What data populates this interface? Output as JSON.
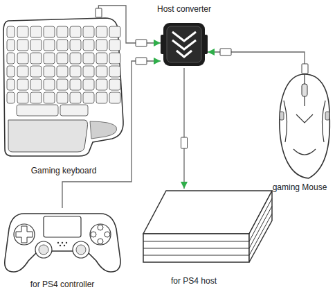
{
  "diagram": {
    "nodes": [
      {
        "text": [
          "Gaming keyboard"
        ]
      },
      {
        "text": [
          "Host converter"
        ]
      },
      {
        "text": [
          "gaming Mouse"
        ]
      },
      {
        "text": [
          "for PS4 host"
        ]
      },
      {
        "text": [
          "for PS4 controller"
        ]
      }
    ],
    "edges": [
      {
        "from": 0,
        "to": 1,
        "arrow": "to"
      },
      {
        "from": 4,
        "to": 1,
        "arrow": "to"
      },
      {
        "from": 2,
        "to": 1,
        "arrow": "to"
      },
      {
        "from": 1,
        "to": 3,
        "arrow": "to"
      }
    ]
  }
}
